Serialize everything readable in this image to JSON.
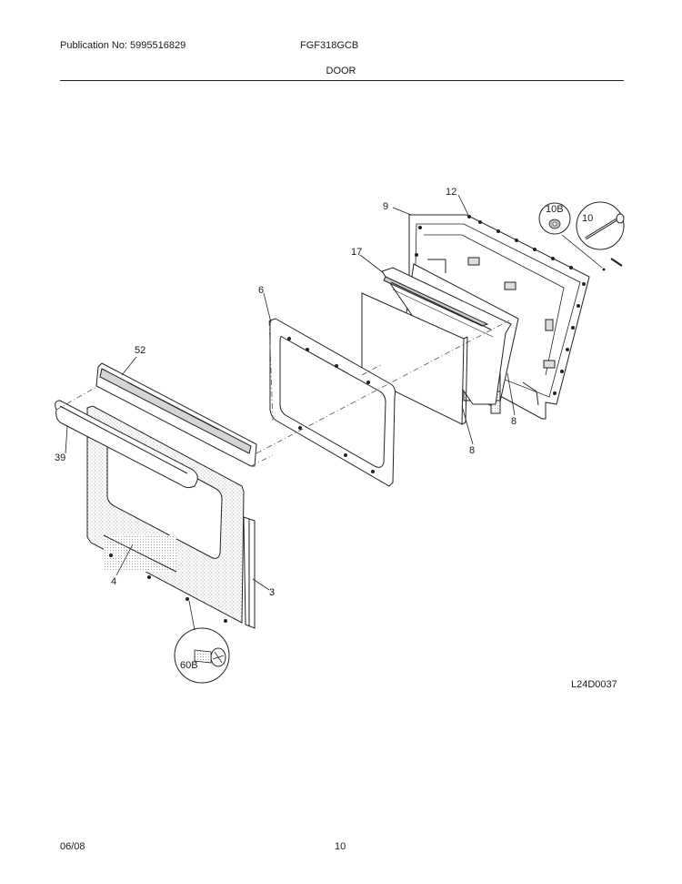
{
  "header": {
    "publication": "Publication No: 5995516829",
    "model": "FGF318GCB",
    "section": "DOOR"
  },
  "diagram": {
    "callouts": {
      "c12": "12",
      "c9": "9",
      "c10b": "10B",
      "c10": "10",
      "c17": "17",
      "c6": "6",
      "c52": "52",
      "c8a": "8",
      "c8b": "8",
      "c39": "39",
      "c4": "4",
      "c3": "3",
      "c60b": "60B"
    },
    "drawing_code": "L24D0037"
  },
  "footer": {
    "date": "06/08",
    "page": "10"
  }
}
